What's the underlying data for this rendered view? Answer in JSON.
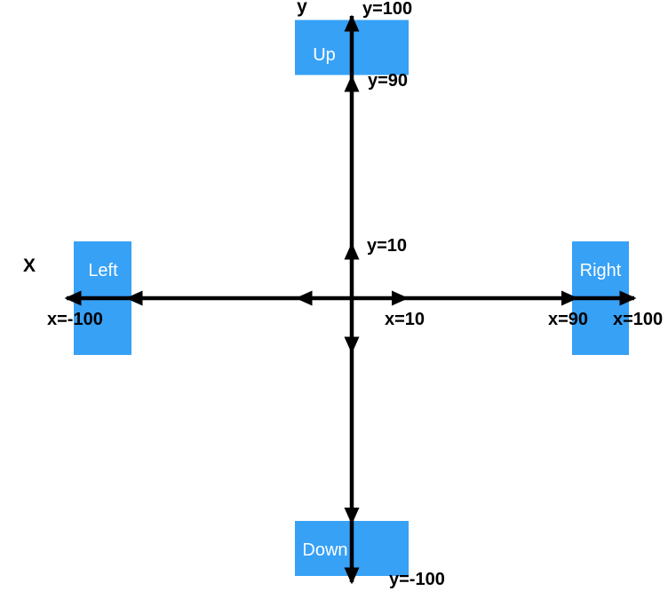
{
  "colors": {
    "background": "#ffffff",
    "box_blue": "#37a1f6",
    "axis_black": "#000000",
    "box_text_white": "#ffffff",
    "label_black": "#000000"
  },
  "axis_names": {
    "x": "X",
    "y": "y"
  },
  "boxes": {
    "up": "Up",
    "down": "Down",
    "left": "Left",
    "right": "Right"
  },
  "labels": {
    "y_100": "y=100",
    "y_90": "y=90",
    "y_10": "y=10",
    "y_neg_100": "y=-100",
    "x_neg_100": "x=-100",
    "x_10": "x=10",
    "x_90": "x=90",
    "x_100": "x=100"
  }
}
